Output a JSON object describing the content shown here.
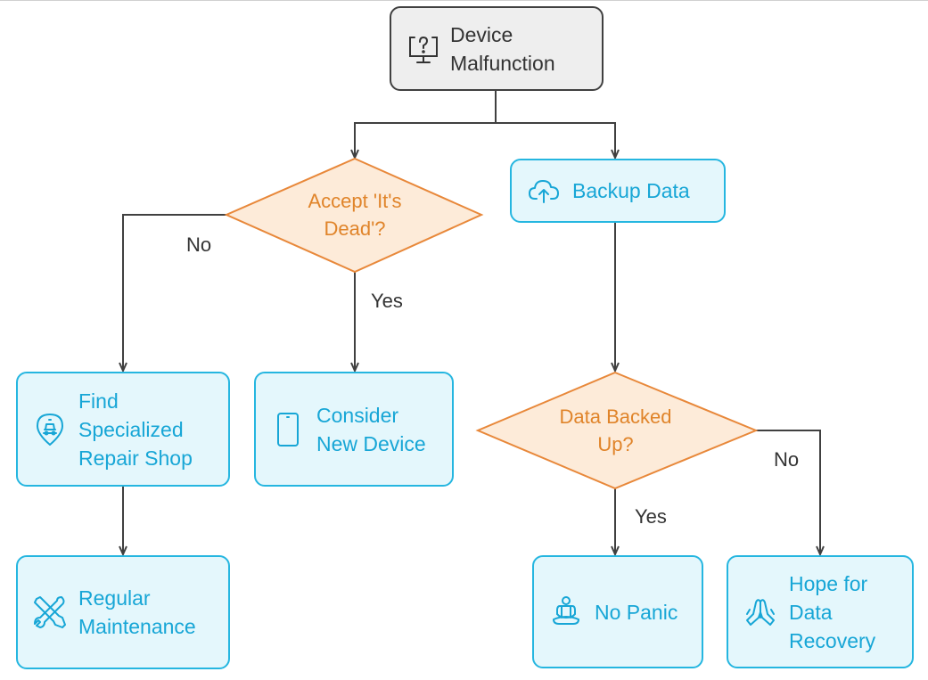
{
  "nodes": {
    "start": {
      "label": "Device Malfunction",
      "icon": "monitor-question-icon"
    },
    "decision_dead": {
      "label": "Accept 'It's Dead'?"
    },
    "backup": {
      "label": "Backup Data",
      "icon": "cloud-upload-icon"
    },
    "repair_shop": {
      "label": "Find Specialized Repair Shop",
      "icon": "repair-shop-location-icon"
    },
    "new_device": {
      "label": "Consider New Device",
      "icon": "smartphone-icon"
    },
    "maintenance": {
      "label": "Regular Maintenance",
      "icon": "tools-icon"
    },
    "decision_backed": {
      "label": "Data Backed Up?"
    },
    "no_panic": {
      "label": "No Panic",
      "icon": "meditation-icon"
    },
    "hope": {
      "label": "Hope for Data Recovery",
      "icon": "praying-hands-icon"
    }
  },
  "edge_labels": {
    "dead_no": "No",
    "dead_yes": "Yes",
    "backed_yes": "Yes",
    "backed_no": "No"
  },
  "colors": {
    "box_border": "#25b6e0",
    "box_fill": "#e4f7fc",
    "box_text": "#17a6d6",
    "diamond_border": "#e8883a",
    "diamond_fill": "#fdebd9",
    "diamond_text": "#e0842a",
    "start_fill": "#eeeeee",
    "start_border": "#404040",
    "line": "#404040"
  }
}
